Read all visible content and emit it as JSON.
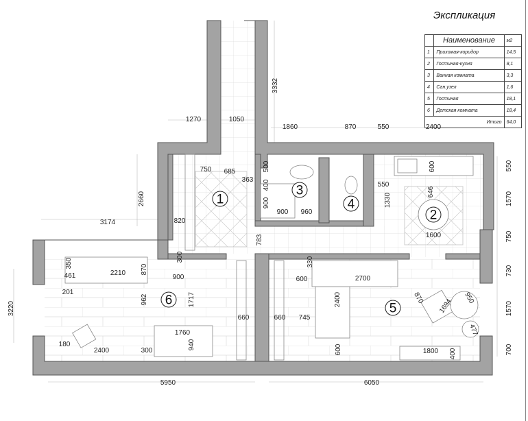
{
  "explication": {
    "title": "Экспликация",
    "header_name": "Наименование",
    "header_area": "м2",
    "rows": [
      {
        "n": "1",
        "name": "Прихожая-коридор",
        "area": "14,5"
      },
      {
        "n": "2",
        "name": "Гостиная-кухня",
        "area": "8,1"
      },
      {
        "n": "3",
        "name": "Ванная комната",
        "area": "3,3"
      },
      {
        "n": "4",
        "name": "Сан.узел",
        "area": "1,6"
      },
      {
        "n": "5",
        "name": "Гостиная",
        "area": "18,1"
      },
      {
        "n": "6",
        "name": "Детская комната",
        "area": "18,4"
      }
    ],
    "total_label": "Итого",
    "total": "64,0"
  },
  "rooms": [
    "1",
    "2",
    "3",
    "4",
    "5",
    "6"
  ],
  "dims": [
    "1270",
    "1050",
    "1860",
    "870",
    "550",
    "2400",
    "3332",
    "2660",
    "3174",
    "3220",
    "550",
    "1570",
    "750",
    "730",
    "1570",
    "700",
    "5950",
    "6050",
    "750",
    "685",
    "363",
    "820",
    "783",
    "500",
    "400",
    "900",
    "900",
    "960",
    "600",
    "550",
    "1330",
    "646",
    "1600",
    "350",
    "461",
    "2210",
    "870",
    "300",
    "900",
    "201",
    "962",
    "1717",
    "660",
    "1760",
    "940",
    "180",
    "2400",
    "300",
    "330",
    "600",
    "2700",
    "2400",
    "870",
    "1694",
    "950",
    "660",
    "745",
    "477",
    "600",
    "1800",
    "400"
  ]
}
